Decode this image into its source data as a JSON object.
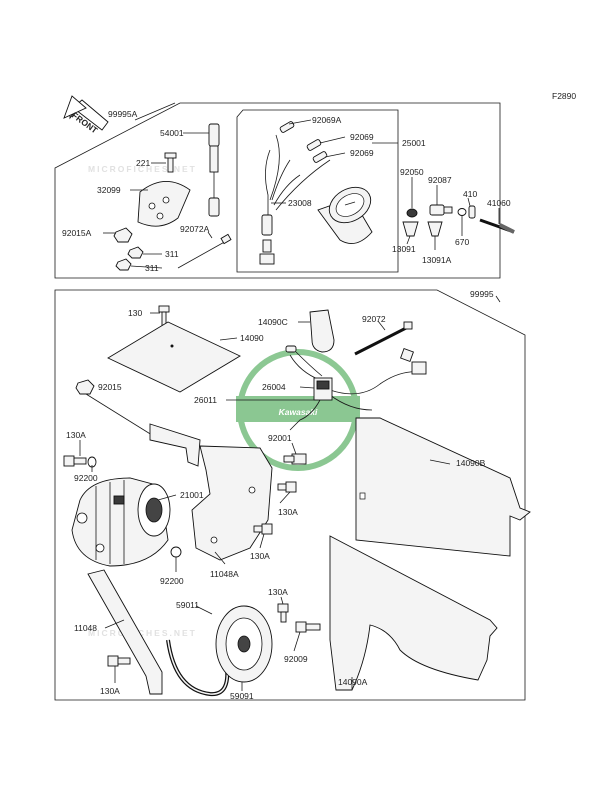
{
  "figure_code": "F2890",
  "front_label": "FRONT",
  "watermarks": {
    "top": "MICROFICHES.NET",
    "bottom": "MICROFICHES.NET",
    "logo": "Kawasaki"
  },
  "colors": {
    "watermark": "#c8c8c8",
    "logo_green": "#2e9a3a",
    "line": "#1a1a1a"
  },
  "labels": {
    "l99995A": "99995A",
    "l54001": "54001",
    "l221": "221",
    "l32099": "32099",
    "l92015A": "92015A",
    "l311a": "311",
    "l311b": "311",
    "l92072A": "92072A",
    "l92069A": "92069A",
    "l92069a": "92069",
    "l92069b": "92069",
    "l25001": "25001",
    "l23008": "23008",
    "l92050": "92050",
    "l92087": "92087",
    "l410": "410",
    "l41060": "41060",
    "l13091": "13091",
    "l13091A": "13091A",
    "l670": "670",
    "l99995": "99995",
    "l130a": "130",
    "l14090": "14090",
    "l14090C": "14090C",
    "l92072": "92072",
    "l92015": "92015",
    "l26004": "26004",
    "l26011": "26011",
    "l130A1": "130A",
    "l92200a": "92200",
    "l92001": "92001",
    "l14090B": "14090B",
    "l21001": "21001",
    "l130A2": "130A",
    "l130A3": "130A",
    "l92200b": "92200",
    "l11048A": "11048A",
    "l130A4": "130A",
    "l59011": "59011",
    "l11048": "11048",
    "l92009": "92009",
    "l130A5": "130A",
    "l59091": "59091",
    "l14090A": "14090A"
  }
}
